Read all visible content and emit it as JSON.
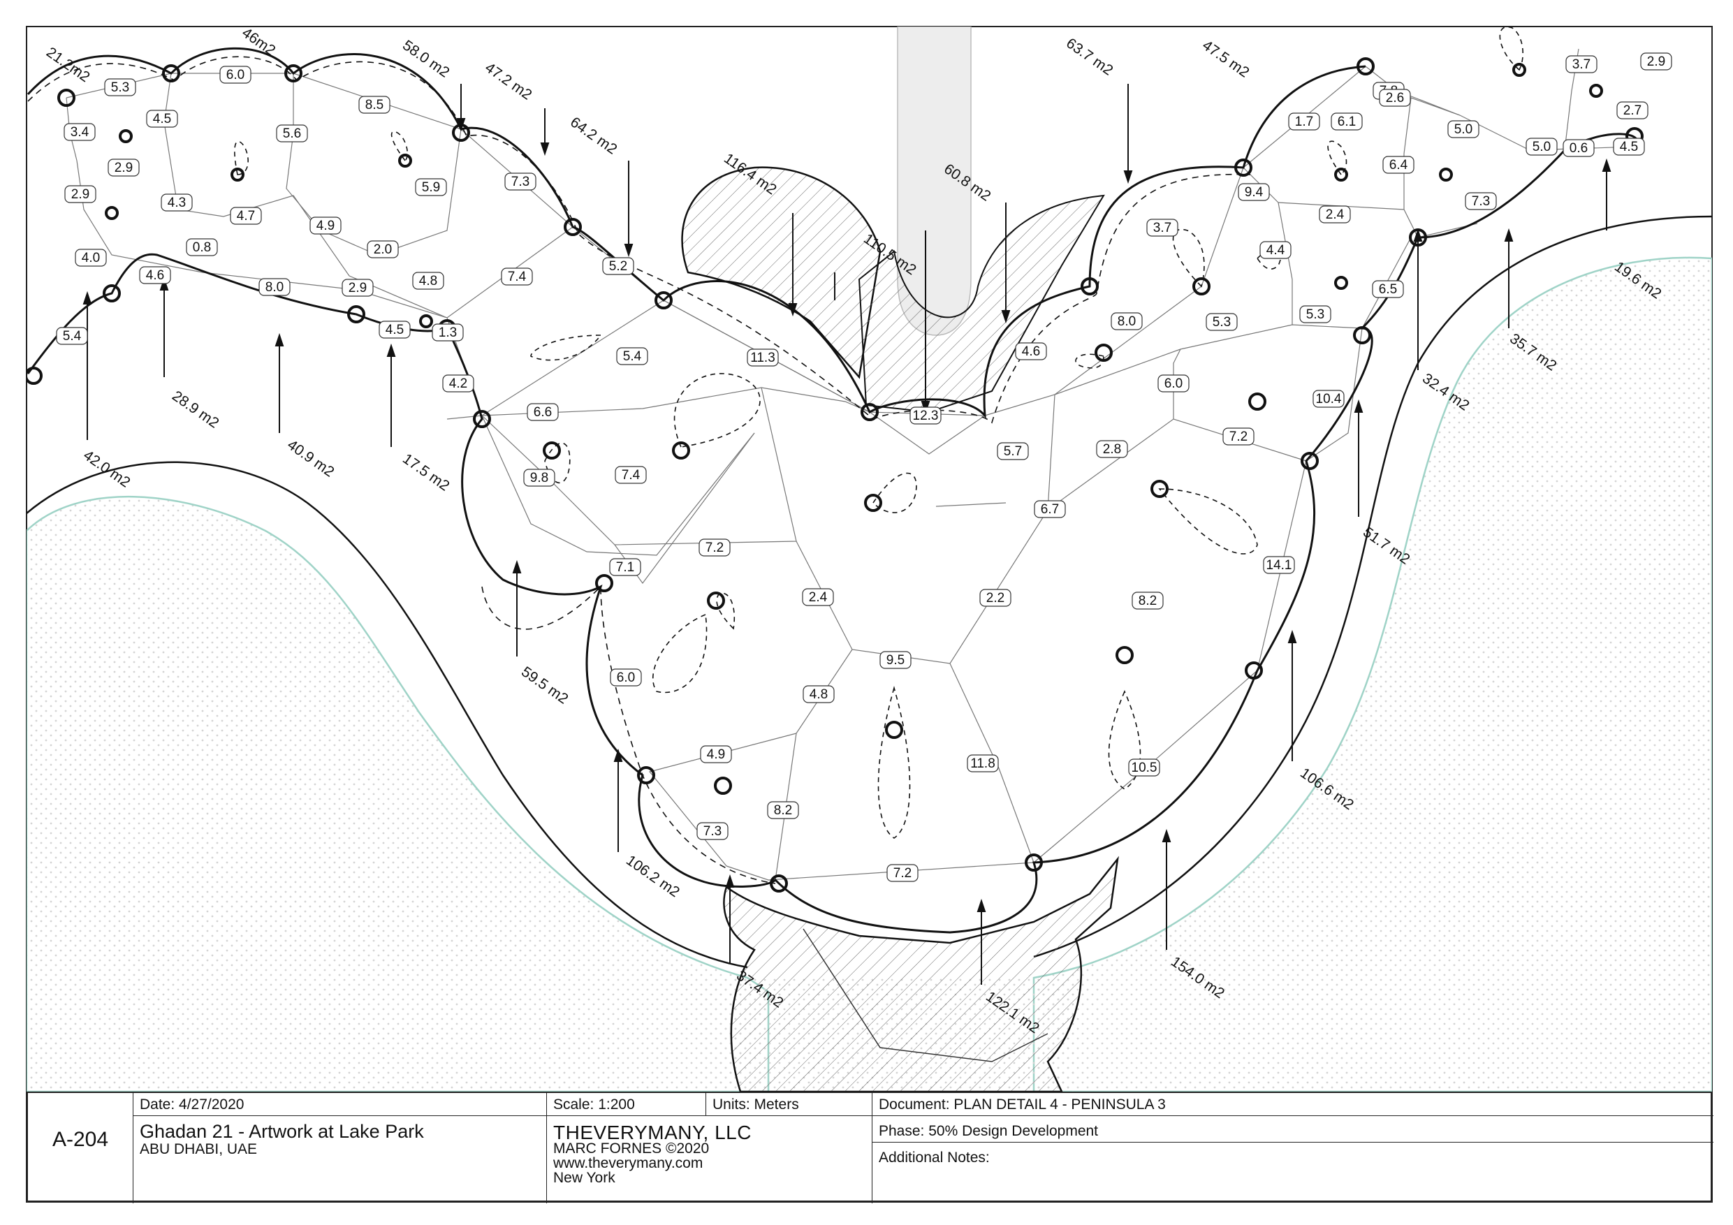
{
  "drawing": {
    "colors": {
      "line": "#111111",
      "water_edge": "#9fd3c7",
      "dots": "#d6d6d6",
      "hatch": "#555555",
      "path_fill": "#ededed"
    },
    "area_labels": [
      "21.2m2",
      "46m2",
      "58.0 m2",
      "47.2 m2",
      "64.2 m2",
      "116.4 m2",
      "110.5 m2",
      "60.8 m2",
      "63.7 m2",
      "47.5 m2",
      "28.9 m2",
      "40.9 m2",
      "42.0 m2",
      "17.5 m2",
      "32.4 m2",
      "35.7 m2",
      "19.6 m2",
      "51.7 m2",
      "59.5 m2",
      "106.2 m2",
      "106.6 m2",
      "37.4 m2",
      "122.1 m2",
      "154.0 m2"
    ],
    "edge_lengths": [
      "5.3",
      "6.0",
      "4.5",
      "3.4",
      "5.6",
      "8.5",
      "2.9",
      "2.9",
      "4.3",
      "4.7",
      "4.9",
      "5.9",
      "7.3",
      "2.0",
      "4.0",
      "0.8",
      "4.6",
      "8.0",
      "2.9",
      "4.8",
      "7.4",
      "5.2",
      "4.5",
      "1.3",
      "5.4",
      "5.4",
      "11.3",
      "4.2",
      "6.6",
      "7.4",
      "9.8",
      "7.2",
      "7.1",
      "2.4",
      "6.0",
      "9.5",
      "4.8",
      "4.9",
      "7.3",
      "8.2",
      "7.2",
      "12.3",
      "5.7",
      "4.6",
      "8.0",
      "5.3",
      "6.0",
      "2.8",
      "7.2",
      "6.7",
      "2.2",
      "8.2",
      "11.8",
      "10.5",
      "14.1",
      "10.4",
      "6.5",
      "5.3",
      "4.4",
      "3.7",
      "9.4",
      "2.4",
      "6.1",
      "1.7",
      "7.8",
      "2.6",
      "5.0",
      "6.4",
      "5.0",
      "0.6",
      "4.5",
      "2.7",
      "3.7",
      "2.9",
      "7.3"
    ]
  },
  "titleblock": {
    "sheet_number": "A-204",
    "date": "Date: 4/27/2020",
    "scale": "Scale: 1:200",
    "units": "Units: Meters",
    "document": "Document: PLAN DETAIL 4 - PENINSULA 3",
    "project_title": "Ghadan 21 - Artwork at Lake Park",
    "project_location": "ABU DHABI, UAE",
    "firm_name": "THEVERYMANY, LLC",
    "firm_author": "MARC FORNES ©2020",
    "firm_url": "www.theverymany.com",
    "firm_city": "New York",
    "phase": "Phase: 50% Design Development",
    "notes": "Additional Notes:"
  }
}
